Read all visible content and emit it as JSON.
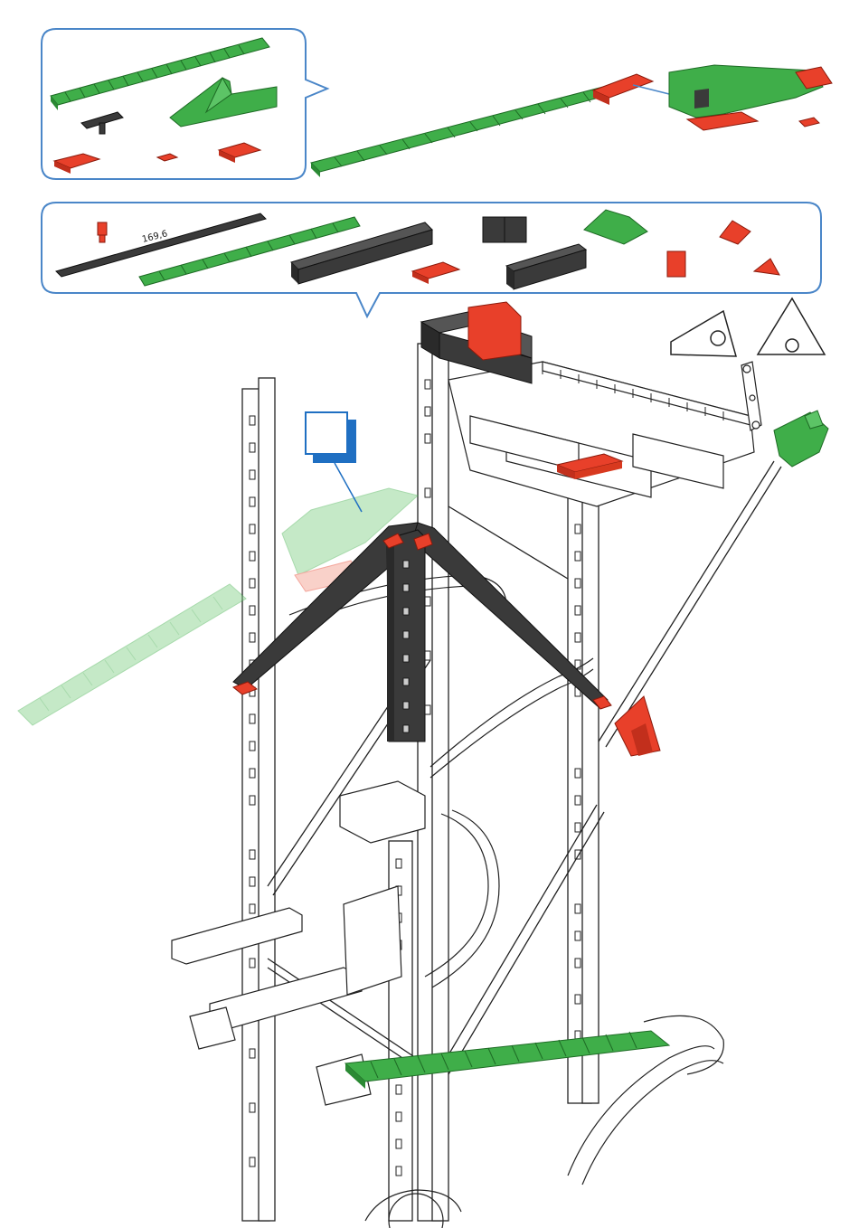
{
  "parts_box_1": {
    "items": [
      "green-rail-straight",
      "black-clip-connector",
      "green-funnel-chute",
      "red-building-block",
      "red-small-connector",
      "red-flat-block"
    ]
  },
  "parts_box_2": {
    "dimension_label": "169,6",
    "items": [
      "red-pin-connector",
      "black-flexible-strut",
      "green-rail-straight",
      "black-building-block-long",
      "red-flat-block",
      "black-double-block",
      "black-building-block-long",
      "green-angle-block",
      "red-angle-block",
      "red-building-block-30",
      "red-triangle-block"
    ]
  },
  "step_box": {
    "number": ""
  },
  "colors": {
    "callout_border": "#4a86c8",
    "green_part": "#3fae49",
    "red_part": "#e8402a",
    "black_part": "#3a3a3a",
    "step_marker": "#1f6fc2",
    "outline": "#222222"
  }
}
